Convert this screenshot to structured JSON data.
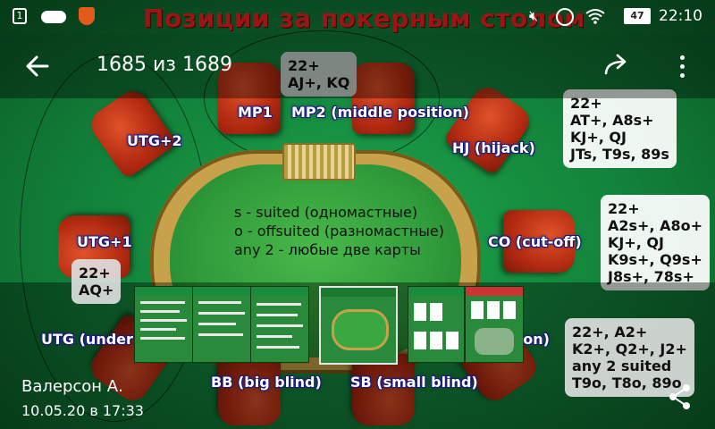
{
  "status_bar": {
    "notification_count": "1",
    "overlay_title": "Позиции за покерным столом",
    "battery": "47",
    "time": "22:10"
  },
  "toolbar": {
    "counter": "1685 из 1689"
  },
  "table": {
    "legend": [
      "s - suited (одномастные)",
      "o - offsuited (разномастные)",
      "any 2 - любые две карты"
    ]
  },
  "seats": {
    "mp1": "MP1",
    "mp2": "MP2 (middle position)",
    "utg2": "UTG+2",
    "hj": "HJ (hijack)",
    "utg1": "UTG+1",
    "co": "CO (cut-off)",
    "utg": "UTG (under t",
    "btn": "tton)",
    "bb": "BB (big blind)",
    "sb": "SB (small blind)"
  },
  "ranges": {
    "mp": "22+\nAJ+, KQ",
    "hj": "22+\nAT+, A8s+\nKJ+, QJ\nJTs, T9s, 89s",
    "co": "22+\nA2s+, A8o+\nKJ+, QJ\nK9s+, Q9s+\nJ8s+, 78s+",
    "utg": "22+\nAQ+",
    "btn": "22+, A2+\nK2+, Q2+, J2+\nany 2 suited\nT9o, T8o, 89o"
  },
  "footer": {
    "author": "Валерсон А.",
    "date": "10.05.20 в 17:33"
  },
  "colors": {
    "felt": "#2f9a3a",
    "chair": "#b22a10",
    "overlay_title": "#9a1515",
    "seat_label_outline": "#1a1a7a"
  }
}
